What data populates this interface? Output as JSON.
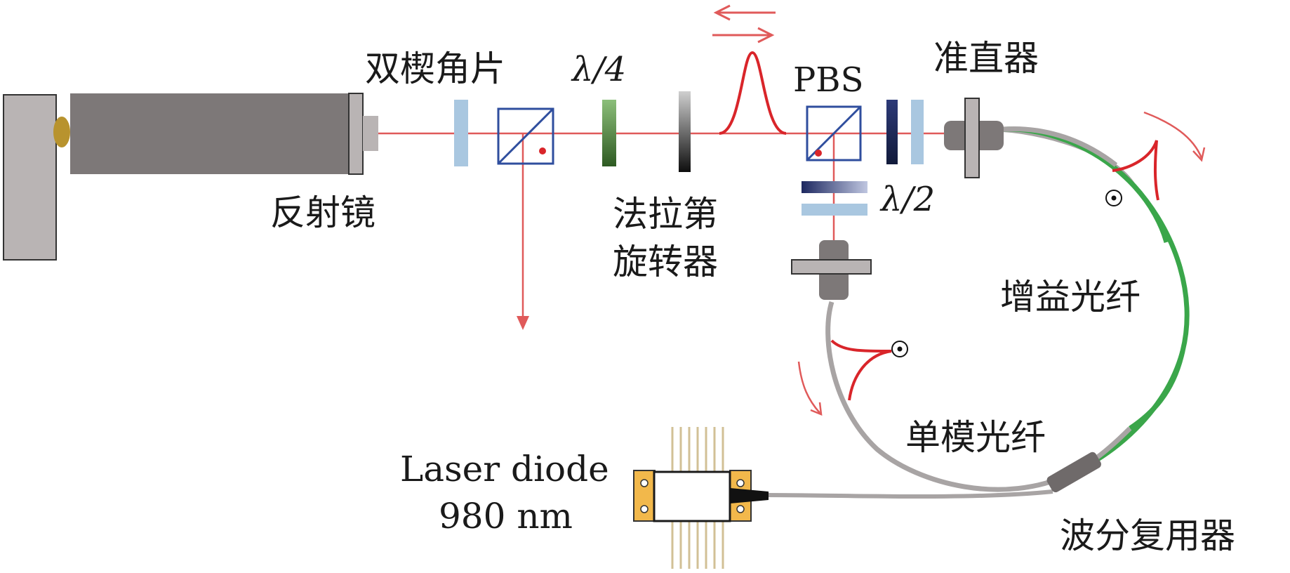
{
  "labels": {
    "wedge": "双楔角片",
    "qwp": "λ/4",
    "reflector": "反射镜",
    "faraday_1": "法拉第",
    "faraday_2": "旋转器",
    "pbs": "PBS",
    "collimator": "准直器",
    "hwp": "λ/2",
    "gain_fiber": "增益光纤",
    "smf": "单模光纤",
    "laser_1": "Laser diode",
    "laser_2": "980 nm",
    "wdm": "波分复用器"
  },
  "colors": {
    "beam": "#e05a5a",
    "pulse": "#d9252a",
    "gain_fiber": "#3aa64a",
    "fiber": "#a8a4a4",
    "dark_body": "#7d7878",
    "light_body": "#b9b4b4",
    "glass": "#a9c7e0",
    "cube": "#2f4e9e",
    "pin": "#d2c096",
    "mount_gold": "#f2b84b",
    "wdm": "#6f6a6a"
  },
  "icons": {
    "polarization": "dot-in-circle-icon",
    "direction": "curved-arrow-icon"
  }
}
